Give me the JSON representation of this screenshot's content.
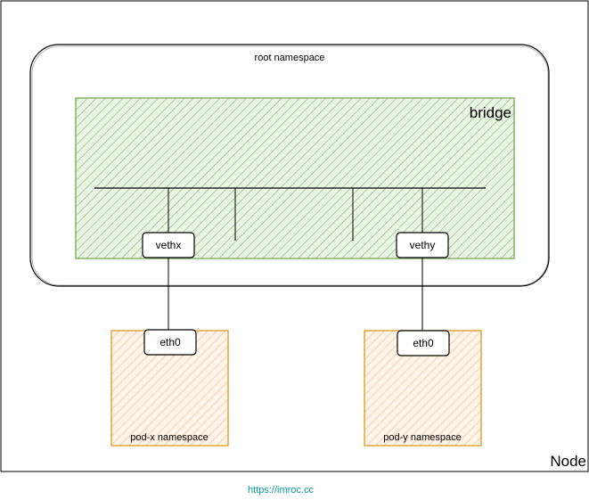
{
  "node": {
    "label": "Node"
  },
  "root_namespace": {
    "label": "root namespace"
  },
  "bridge": {
    "label": "bridge"
  },
  "interfaces": {
    "vethx": "vethx",
    "vethy": "vethy",
    "pod_x_eth0": "eth0",
    "pod_y_eth0": "eth0"
  },
  "pods": {
    "pod_x": {
      "label": "pod-x namespace"
    },
    "pod_y": {
      "label": "pod-y namespace"
    }
  },
  "footer": {
    "link": "https://imroc.cc"
  },
  "colors": {
    "bridge_fill": "#dbefd6",
    "bridge_stroke": "#82b366",
    "pod_fill": "#fde8d6",
    "pod_stroke": "#e0a63a",
    "link": "#0a9b9b"
  }
}
